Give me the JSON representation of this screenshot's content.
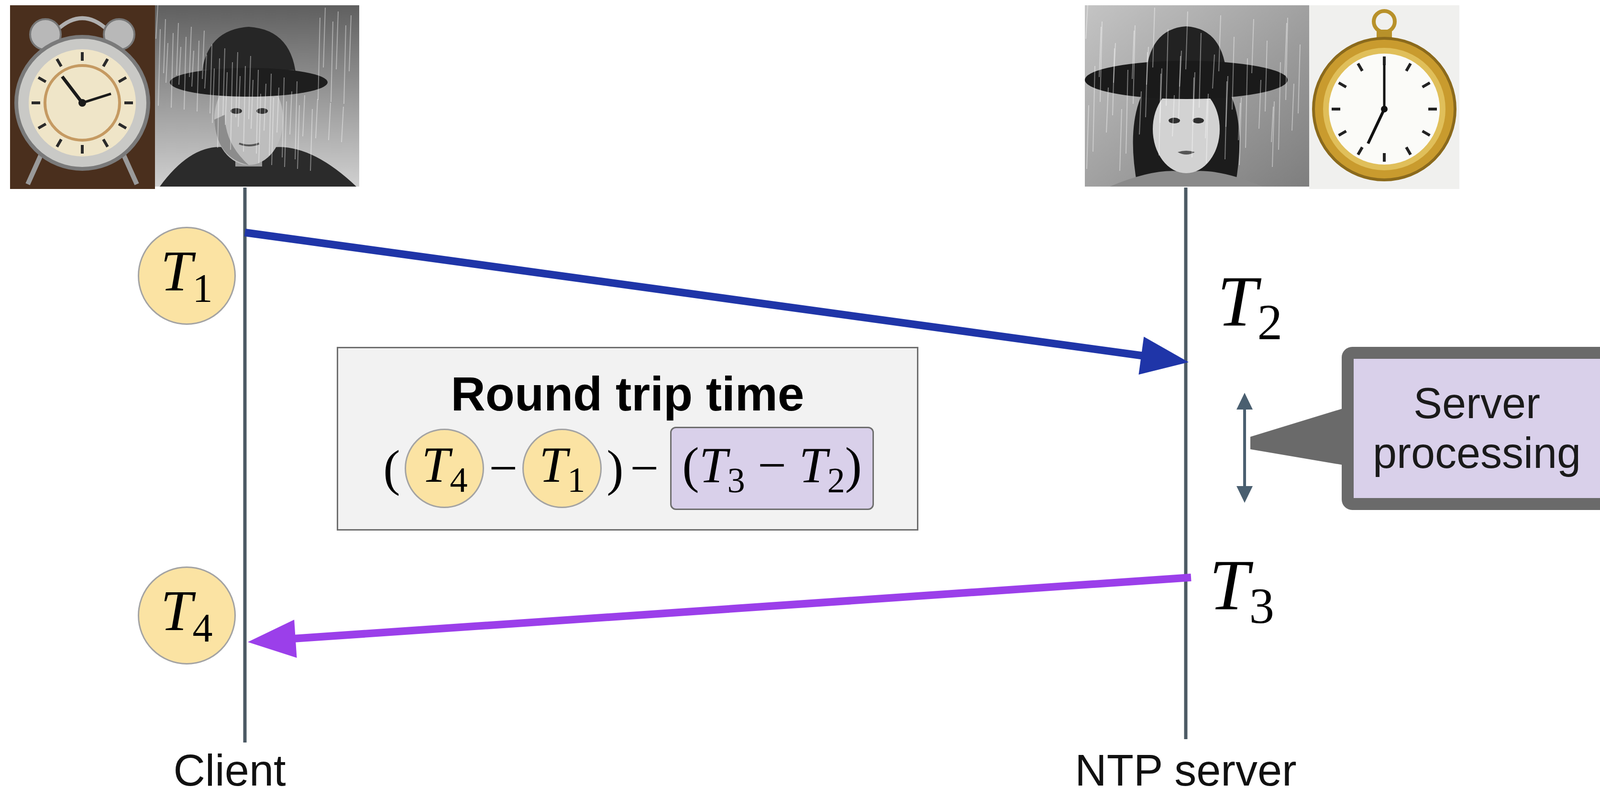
{
  "diagram": {
    "nodes": [
      {
        "text": [
          "T1"
        ]
      },
      {
        "text": [
          "Round trip time"
        ]
      },
      {
        "text": [
          "T4"
        ],
        "in": 1
      },
      {
        "text": [
          "T1"
        ],
        "in": 1
      },
      {
        "text": [
          "(T3 − T2)"
        ],
        "in": 1
      },
      {
        "text": [
          "Server processing"
        ]
      },
      {
        "text": [
          "T4"
        ]
      }
    ],
    "labels": [
      "T2",
      "T3",
      "Client",
      "NTP server",
      "(",
      "−",
      ")",
      "−"
    ]
  }
}
